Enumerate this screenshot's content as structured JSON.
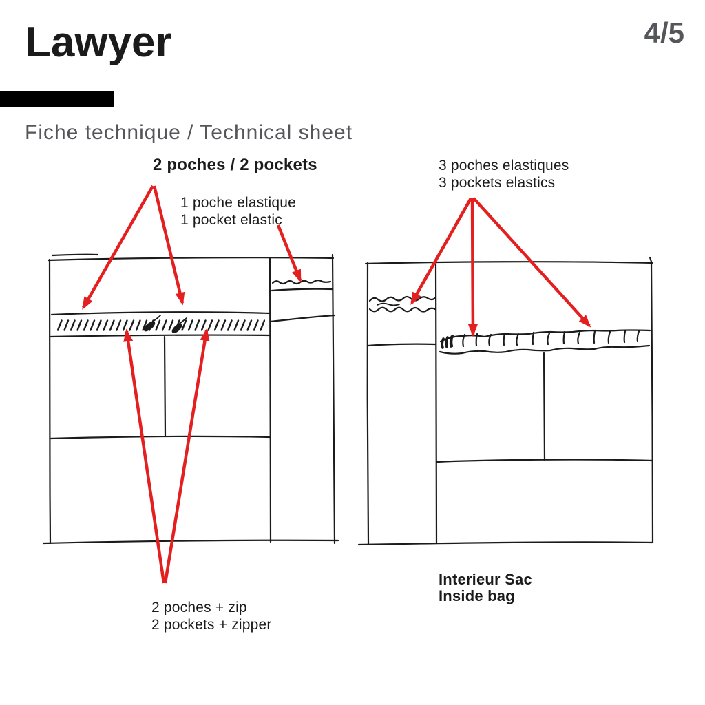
{
  "header": {
    "title": "Lawyer",
    "page_indicator": "4/5",
    "subtitle": "Fiche technique / Technical sheet"
  },
  "annotations": {
    "pockets_two": "2 poches / 2 pockets",
    "elastic_one": [
      "1 poche elastique",
      "1 pocket elastic"
    ],
    "elastic_three": [
      "3 poches elastiques",
      "3 pockets elastics"
    ],
    "zip_two": [
      "2 poches + zip",
      "2 pockets + zipper"
    ],
    "interior": [
      "Interieur Sac",
      "Inside bag"
    ]
  },
  "colors": {
    "accent_red": "#e3201f",
    "ink": "#1b1b1b",
    "muted_gray": "#55565a"
  }
}
